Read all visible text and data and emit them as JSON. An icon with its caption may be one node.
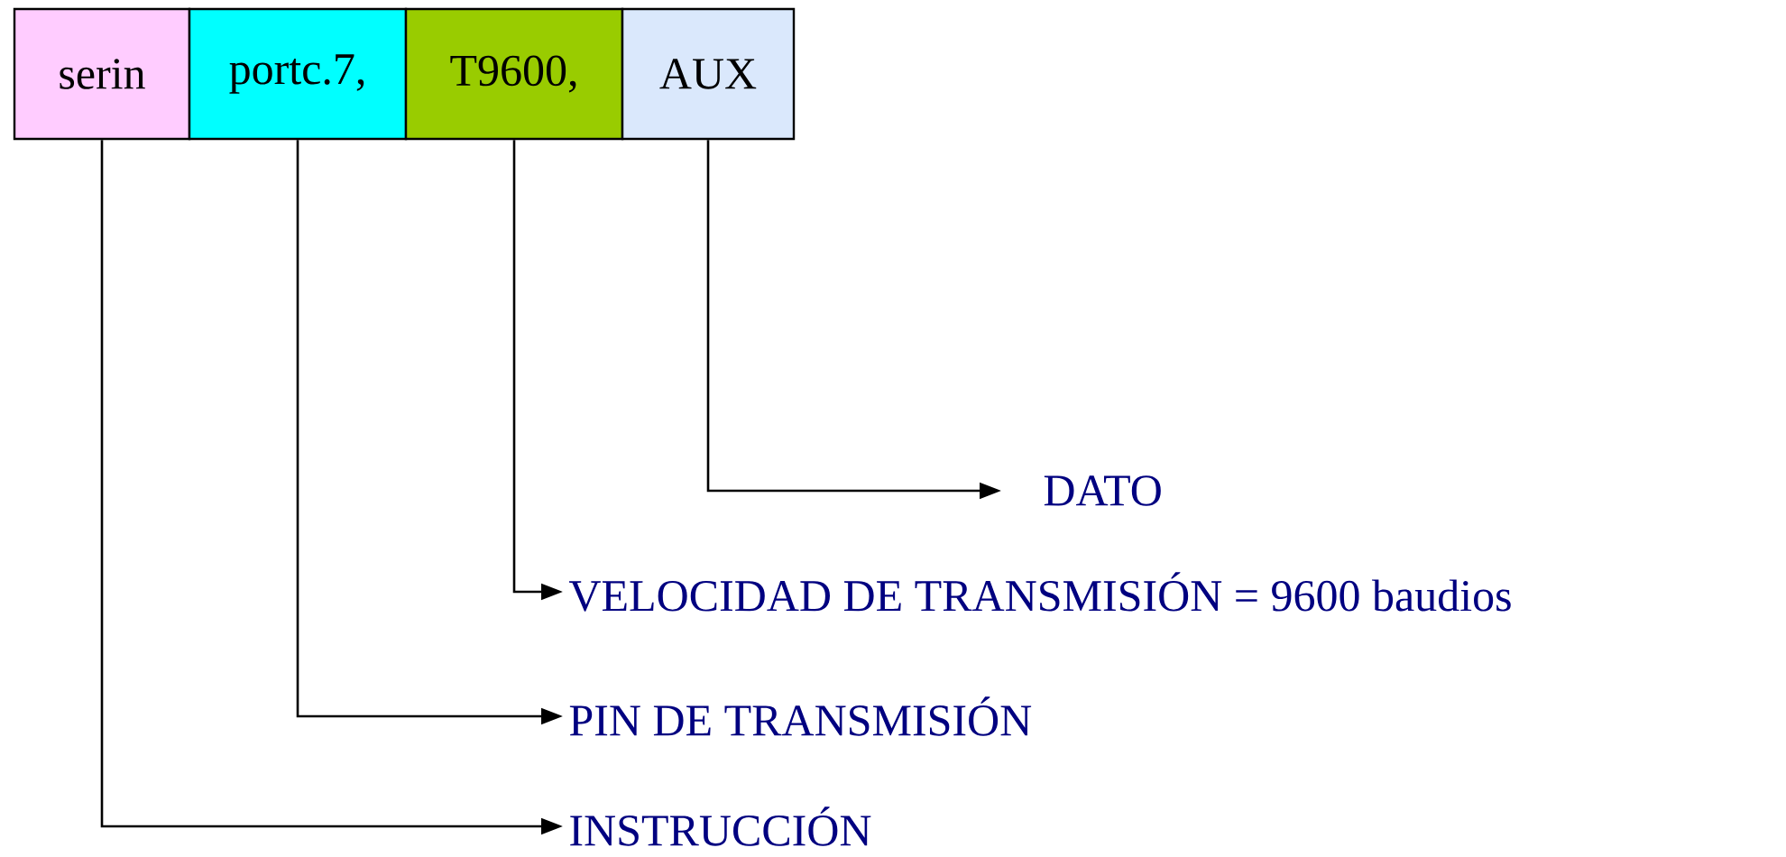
{
  "diagram": {
    "nodes": [
      {
        "text": [
          "serin"
        ]
      },
      {
        "text": [
          "portc.7,"
        ]
      },
      {
        "text": [
          "T9600,"
        ]
      },
      {
        "text": [
          "AUX"
        ]
      },
      {
        "text": [
          "DATO"
        ]
      },
      {
        "text": [
          "VELOCIDAD DE TRANSMISIÓN = 9600 baudios"
        ]
      },
      {
        "text": [
          "PIN DE TRANSMISIÓN"
        ]
      },
      {
        "text": [
          "INSTRUCCIÓN"
        ]
      }
    ],
    "edges": [
      {
        "from": 3,
        "to": 4,
        "arrow": "to"
      },
      {
        "from": 2,
        "to": 5,
        "arrow": "to"
      },
      {
        "from": 1,
        "to": 6,
        "arrow": "to"
      },
      {
        "from": 0,
        "to": 7,
        "arrow": "to"
      }
    ]
  }
}
